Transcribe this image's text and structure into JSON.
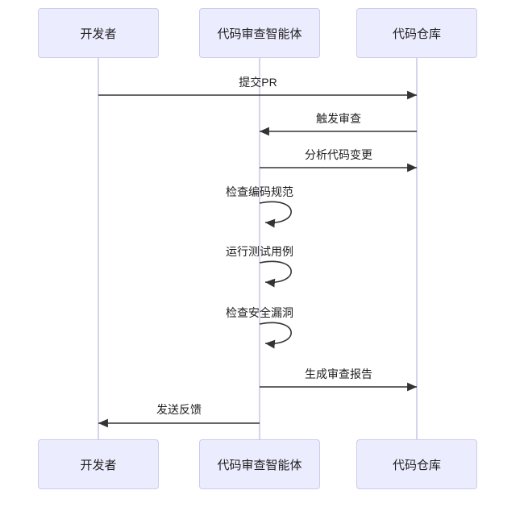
{
  "diagram": {
    "type": "sequence-diagram",
    "colors": {
      "actor_fill": "#ECECFF",
      "actor_border": "#CCCCEB",
      "lifeline": "#CFCFEC",
      "arrow": "#333333",
      "text": "#1f1f1f"
    },
    "actors": [
      {
        "id": "developer",
        "label": "开发者"
      },
      {
        "id": "code-review-agent",
        "label": "代码审查智能体"
      },
      {
        "id": "code-repository",
        "label": "代码仓库"
      }
    ],
    "messages": [
      {
        "from": "开发者",
        "to": "代码仓库",
        "label": "提交PR",
        "type": "solid-arrow"
      },
      {
        "from": "代码仓库",
        "to": "代码审查智能体",
        "label": "触发审查",
        "type": "solid-arrow"
      },
      {
        "from": "代码审查智能体",
        "to": "代码仓库",
        "label": "分析代码变更",
        "type": "solid-arrow"
      },
      {
        "from": "代码审查智能体",
        "to": "代码审查智能体",
        "label": "检查编码规范",
        "type": "self-loop"
      },
      {
        "from": "代码审查智能体",
        "to": "代码审查智能体",
        "label": "运行测试用例",
        "type": "self-loop"
      },
      {
        "from": "代码审查智能体",
        "to": "代码审查智能体",
        "label": "检查安全漏洞",
        "type": "self-loop"
      },
      {
        "from": "代码审查智能体",
        "to": "代码仓库",
        "label": "生成审查报告",
        "type": "solid-arrow"
      },
      {
        "from": "代码审查智能体",
        "to": "开发者",
        "label": "发送反馈",
        "type": "solid-arrow"
      }
    ]
  }
}
